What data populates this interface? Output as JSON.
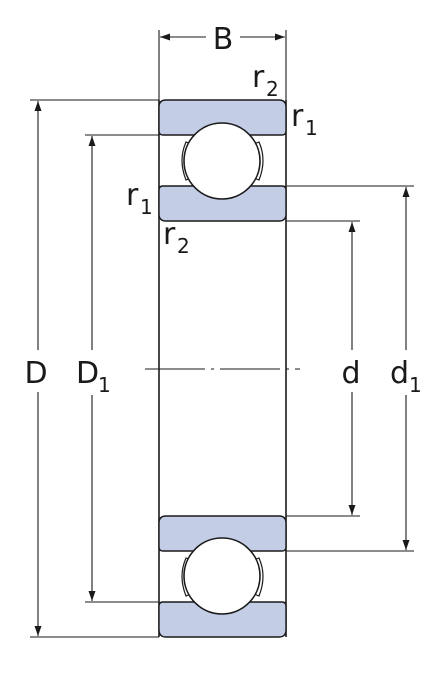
{
  "colors": {
    "ring_fill": "#c3cde6",
    "line": "#1a1a1a",
    "background": "#ffffff"
  },
  "labels": {
    "B": "B",
    "D": "D",
    "D1_main": "D",
    "D1_sub": "1",
    "d": "d",
    "d1_main": "d",
    "d1_sub": "1",
    "r2_top_main": "r",
    "r2_top_sub": "2",
    "r1_top_main": "r",
    "r1_top_sub": "1",
    "r1_left_main": "r",
    "r1_left_sub": "1",
    "r2_left_main": "r",
    "r2_left_sub": "2"
  }
}
